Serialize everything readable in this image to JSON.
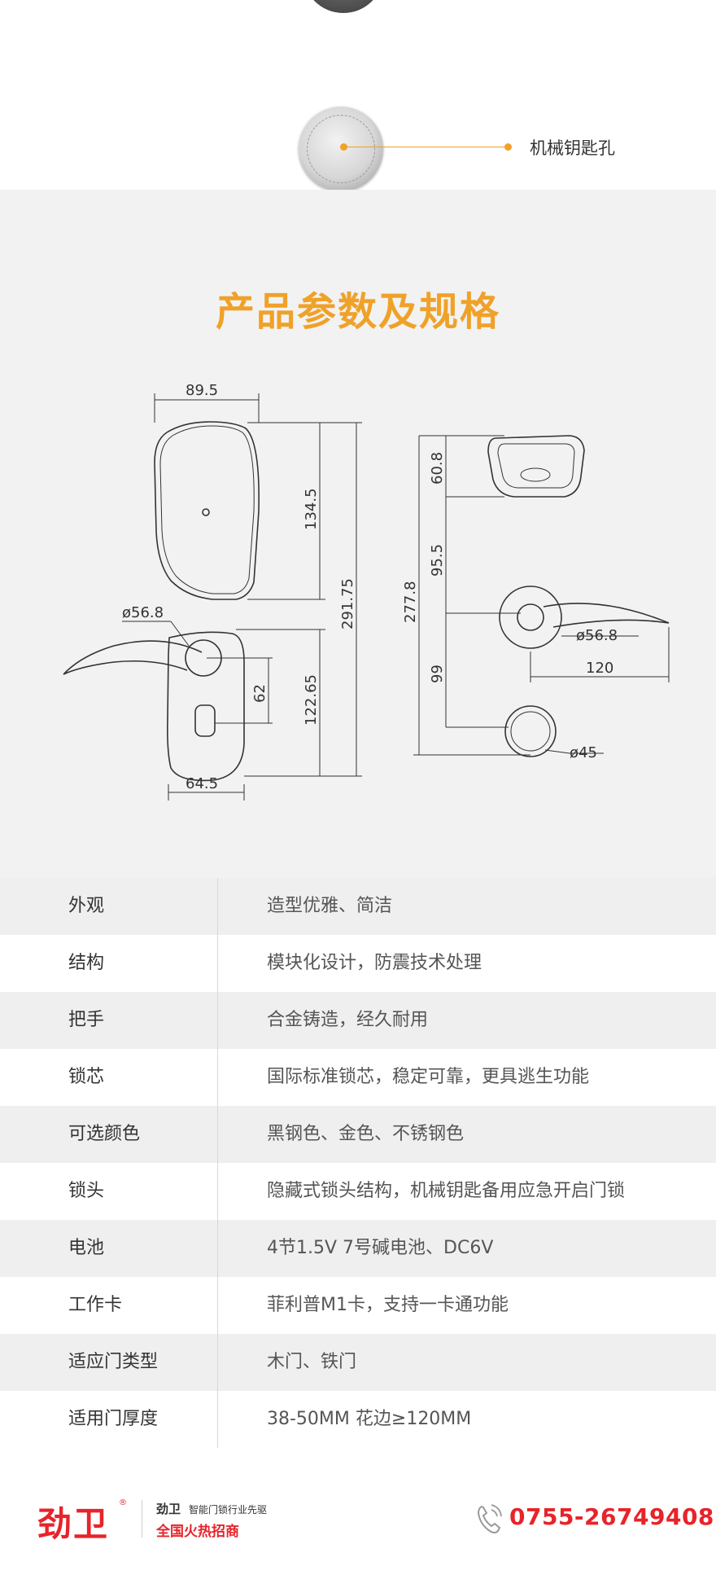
{
  "top": {
    "callout_label": "机械钥匙孔"
  },
  "spec": {
    "title": "产品参数及规格",
    "dimensions": {
      "width_top": "89.5",
      "height_upper": "134.5",
      "height_total": "291.75",
      "handle_dia_left": "ø56.8",
      "handle_to_key": "62",
      "lower_height": "122.65",
      "width_bottom": "64.5",
      "side_top": "60.8",
      "side_mid": "95.5",
      "side_total": "277.8",
      "side_low": "99",
      "handle_dia_right": "ø56.8",
      "handle_length": "120",
      "knob_dia": "ø45"
    }
  },
  "table": {
    "rows": [
      {
        "label": "外观",
        "value": "造型优雅、简洁"
      },
      {
        "label": "结构",
        "value": "模块化设计，防震技术处理"
      },
      {
        "label": "把手",
        "value": "合金铸造，经久耐用"
      },
      {
        "label": "锁芯",
        "value": "国际标准锁芯，稳定可靠，更具逃生功能"
      },
      {
        "label": "可选颜色",
        "value": "黑钢色、金色、不锈钢色"
      },
      {
        "label": "锁头",
        "value": "隐藏式锁头结构，机械钥匙备用应急开启门锁"
      },
      {
        "label": "电池",
        "value": "4节1.5V  7号碱电池、DC6V"
      },
      {
        "label": "工作卡",
        "value": "菲利普M1卡，支持一卡通功能"
      },
      {
        "label": "适应门类型",
        "value": "木门、铁门"
      },
      {
        "label": "适用门厚度",
        "value": "38-50MM  花边≥120MM"
      }
    ]
  },
  "footer": {
    "logo": "劲卫",
    "reg": "®",
    "brand_name": "劲卫",
    "slogan": "智能门锁行业先驱",
    "sub": "全国火热招商",
    "phone": "0755-26749408"
  },
  "colors": {
    "accent": "#f0a128",
    "brand_red": "#e8232a"
  }
}
